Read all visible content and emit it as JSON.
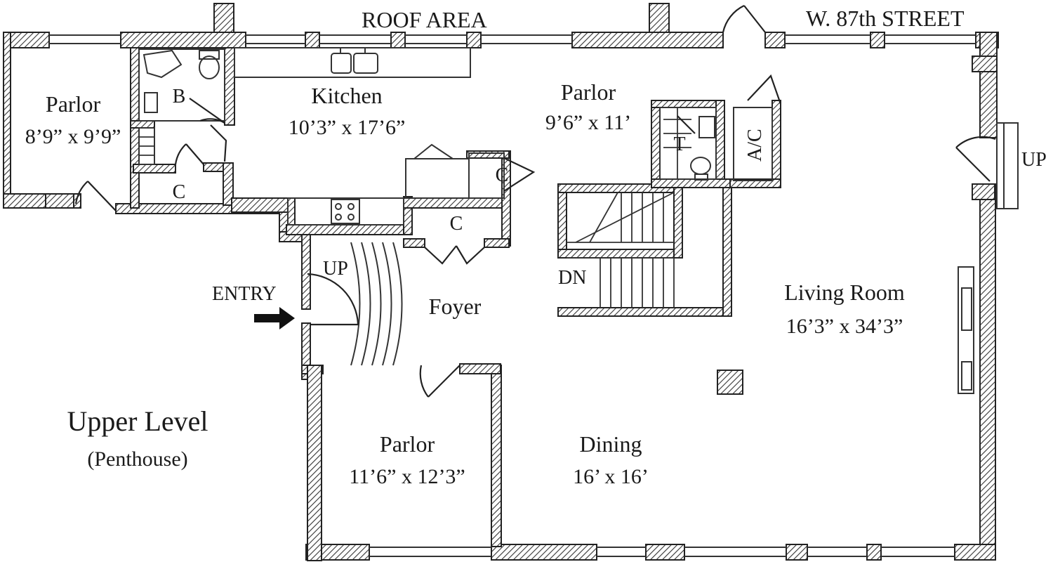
{
  "labels": {
    "roof_area": "ROOF AREA",
    "street": "W. 87th STREET",
    "kitchen": {
      "name": "Kitchen",
      "dims": "10’3” x 17’6”"
    },
    "parlor_west": {
      "name": "Parlor",
      "dims": "8’9” x 9’9”"
    },
    "parlor_north": {
      "name": "Parlor",
      "dims": "9’6” x 11’"
    },
    "parlor_south": {
      "name": "Parlor",
      "dims": "11’6” x 12’3”"
    },
    "living_room": {
      "name": "Living Room",
      "dims": "16’3” x 34’3”"
    },
    "dining": {
      "name": "Dining",
      "dims": "16’ x 16’"
    },
    "foyer": "Foyer",
    "entry": "ENTRY",
    "up_entry": "UP",
    "up_east": "UP",
    "dn": "DN",
    "bath_b": "B",
    "closet_1": "C",
    "closet_2": "C",
    "closet_3": "C",
    "toilet_t": "T",
    "ac": "A/C",
    "level_title": "Upper Level",
    "level_subtitle": "(Penthouse)"
  },
  "colors": {
    "wall": "#2b2b2b",
    "hatch": "#444444",
    "paper": "#ffffff"
  }
}
